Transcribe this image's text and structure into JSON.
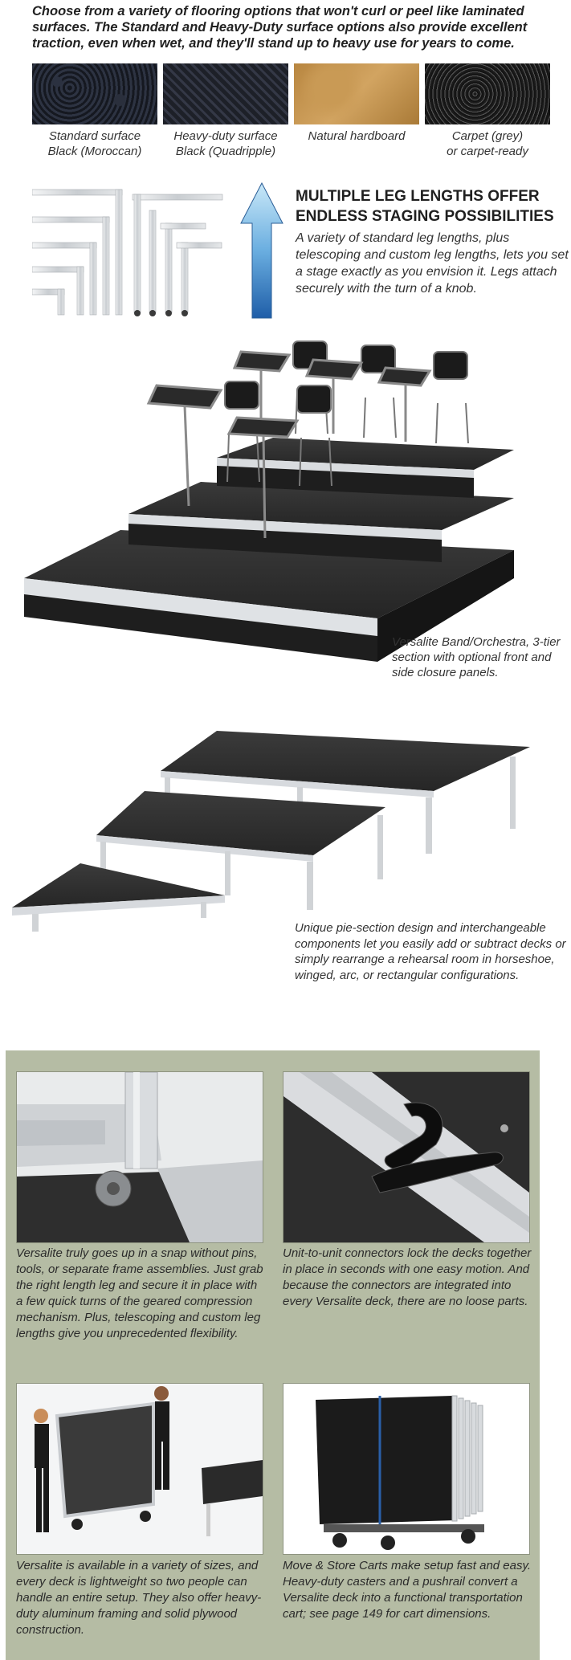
{
  "intro": "Choose from a variety of flooring options that won't curl or peel like laminated surfaces. The Standard and Heavy-Duty surface options also provide excellent traction, even when wet, and they'll stand up to heavy use for years to come.",
  "swatches": [
    {
      "line1": "Standard surface",
      "line2": "Black (Moroccan)",
      "color": "#242a36"
    },
    {
      "line1": "Heavy-duty surface",
      "line2": "Black (Quadripple)",
      "color": "#262a33"
    },
    {
      "line1": "Natural hardboard",
      "line2": "",
      "color": "#c08f4c"
    },
    {
      "line1": "Carpet (grey)",
      "line2": "or carpet-ready",
      "color": "#2e2e2e"
    }
  ],
  "legs": {
    "heading_line1": "MULTIPLE LEG LENGTHS OFFER",
    "heading_line2": "ENDLESS STAGING POSSIBILITIES",
    "body": "A variety of standard leg lengths, plus telescoping and custom leg lengths, lets you set a stage exactly as you envision it. Legs attach securely with the turn of a knob."
  },
  "photo1_caption": "Versalite Band/Orchestra, 3-tier section with optional front and side closure panels.",
  "photo2_caption": "Unique pie-section design and interchangeable components let you easily add or subtract decks or simply rearrange a rehearsal room in horseshoe, winged, arc, or rectangular configurations.",
  "features": [
    {
      "text": "Versalite truly goes up in a snap without pins, tools, or separate frame assemblies. Just grab the right length leg and secure it in place with a few quick turns of the geared compression mechanism. Plus, telescoping and custom leg lengths give you unprecedented flexibility."
    },
    {
      "text": "Unit-to-unit connectors lock the decks together in place in seconds with one easy motion. And because the connectors are integrated into every Versalite deck, there are no loose parts."
    },
    {
      "text": "Versalite is available in a variety of sizes, and every deck is lightweight so two people can handle an entire setup. They also offer heavy-duty aluminum framing and solid plywood construction."
    },
    {
      "text": "Move & Store Carts make setup fast and easy. Heavy-duty casters and a pushrail convert a Versalite deck into a functional transportation cart; see page 149 for cart dimensions."
    }
  ],
  "colors": {
    "panel": "#b5bca4",
    "arrow_top": "#bfe1f5",
    "arrow_bottom": "#2c6db3",
    "deck": "#2b2b2b",
    "aluminum": "#c8ccd0"
  }
}
